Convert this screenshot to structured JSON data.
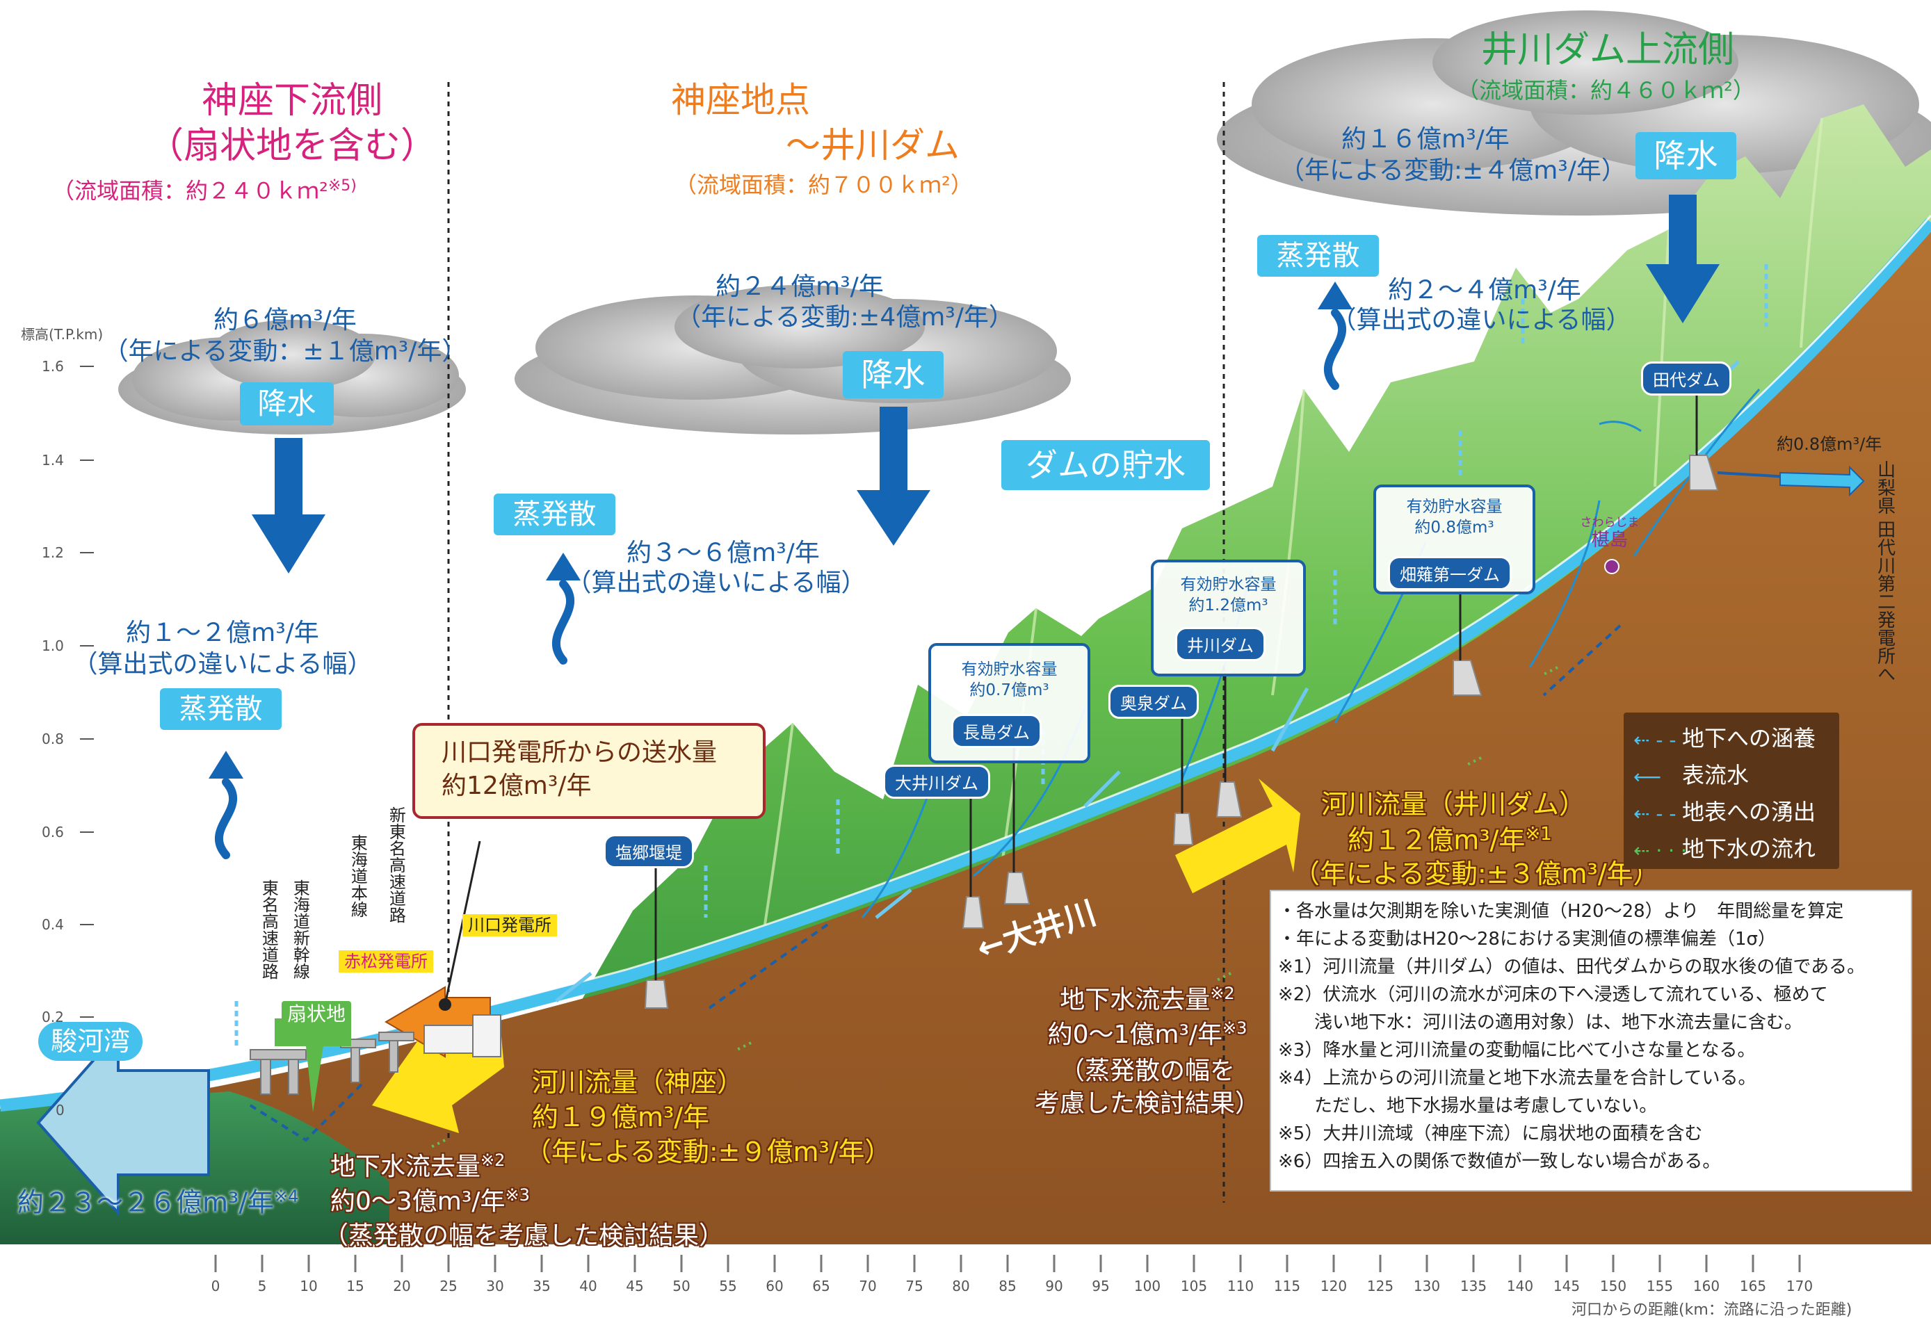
{
  "sections": {
    "downstream": {
      "title1": "神座下流側",
      "title2": "（扇状地を含む）",
      "area": "（流域面積：約２４０ｋｍ²",
      "area_note": "※5)"
    },
    "middle": {
      "title1": "神座地点",
      "title2": "～井川ダム",
      "area": "（流域面積：約７００ｋｍ²）"
    },
    "upstream": {
      "title1": "井川ダム上流側",
      "area": "（流域面積：約４６０ｋｍ²）"
    }
  },
  "precipitation": {
    "downstream": {
      "value": "約６億m³/年",
      "variation": "（年による変動：±１億m³/年）",
      "label": "降水"
    },
    "middle": {
      "value": "約２４億m³/年",
      "variation": "（年による変動:±4億m³/年）",
      "label": "降水"
    },
    "upstream": {
      "value": "約１６億m³/年",
      "variation": "（年による変動:±４億m³/年）",
      "label": "降水"
    }
  },
  "evaporation": {
    "downstream": {
      "value": "約１～２億m³/年",
      "note": "（算出式の違いによる幅）",
      "label": "蒸発散"
    },
    "middle": {
      "value": "約３～６億m³/年",
      "note": "（算出式の違いによる幅）",
      "label": "蒸発散"
    },
    "upstream": {
      "value": "約２～４億m³/年",
      "note": "（算出式の違いによる幅）",
      "label": "蒸発散"
    }
  },
  "dam_storage_label": "ダムの貯水",
  "dams": {
    "tashiro": "田代ダム",
    "hatanagi1": "畑薙第一ダム",
    "hatanagi1_cap1": "有効貯水容量",
    "hatanagi1_cap2": "約0.8億m³",
    "ikawa": "井川ダム",
    "ikawa_cap1": "有効貯水容量",
    "ikawa_cap2": "約1.2億m³",
    "okuizumi": "奥泉ダム",
    "nagashima": "長島ダム",
    "nagashima_cap1": "有効貯水容量",
    "nagashima_cap2": "約0.7億m³",
    "ooigawa": "大井川ダム",
    "shiogo": "塩郷堰堤"
  },
  "places": {
    "sawarajima_kana": "さわらじま",
    "sawarajima": "椹島",
    "tashiro_transfer": "約0.8億m³/年",
    "tashiro_power": "山梨県 田代川第二発電所へ",
    "river_name": "←大井川",
    "kawaguchi_power": "川口発電所",
    "akamatsu_power": "赤松発電所",
    "fan": "扇状地",
    "bay": "駿河湾",
    "road1": "新東名高速道路",
    "road2": "東海道本線",
    "road3": "東海道新幹線",
    "road4": "東名高速道路"
  },
  "kawaguchi_box": {
    "line1": "川口発電所からの送水量",
    "line2": "約12億m³/年"
  },
  "river_flow_ikawa": {
    "title": "河川流量（井川ダム）",
    "value": "約１２億m³/年",
    "note": "※1",
    "variation": "（年による変動:±３億m³/年）"
  },
  "river_flow_kamiza": {
    "title": "河川流量（神座）",
    "value": "約１９億m³/年",
    "variation": "（年による変動:±９億m³/年）"
  },
  "groundwater_middle": {
    "title": "地下水流去量",
    "note2": "※2",
    "value": "約0～1億m³/年",
    "note3": "※3",
    "detail1": "（蒸発散の幅を",
    "detail2": "考慮した検討結果）"
  },
  "groundwater_down": {
    "title": "地下水流去量",
    "note2": "※2",
    "value": "約0～3億m³/年",
    "note3": "※3",
    "detail": "（蒸発散の幅を考慮した検討結果）"
  },
  "outflow": {
    "value": "約２３～２６億m³/年",
    "note": "※4"
  },
  "legend": [
    {
      "icon": "dashed-arrow",
      "label": "地下への涵養"
    },
    {
      "icon": "arrow",
      "label": "表流水"
    },
    {
      "icon": "dashed-arrow",
      "label": "地表への湧出"
    },
    {
      "icon": "dotted-green-arrow",
      "label": "地下水の流れ"
    }
  ],
  "notes": [
    "・各水量は欠測期を除いた実測値（H20～28）より　年間総量を算定",
    "・年による変動はH20～28における実測値の標準偏差（1σ）",
    "※1）河川流量（井川ダム）の値は、田代ダムからの取水後の値である。",
    "※2）伏流水（河川の流水が河床の下へ浸透して流れている、極めて",
    "　　浅い地下水：河川法の適用対象）は、地下水流去量に含む。",
    "※3）降水量と河川流量の変動幅に比べて小さな量となる。",
    "※4）上流からの河川流量と地下水流去量を合計している。",
    "　　ただし、地下水揚水量は考慮していない。",
    "※5）大井川流域（神座下流）に扇状地の面積を含む",
    "※6）四捨五入の関係で数値が一致しない場合がある。"
  ],
  "axes": {
    "y_title": "標高(T.P.km)",
    "y_ticks": [
      "1.6",
      "1.4",
      "1.2",
      "1.0",
      "0.8",
      "0.6",
      "0.4",
      "0.2",
      "0"
    ],
    "x_ticks": [
      "0",
      "5",
      "10",
      "15",
      "20",
      "25",
      "30",
      "35",
      "40",
      "45",
      "50",
      "55",
      "60",
      "65",
      "70",
      "75",
      "80",
      "85",
      "90",
      "95",
      "100",
      "105",
      "110",
      "115",
      "120",
      "125",
      "130",
      "135",
      "140",
      "145",
      "150",
      "155",
      "160",
      "165",
      "170"
    ],
    "x_title": "河口からの距離(km：流路に沿った距離)"
  },
  "colors": {
    "soil": "#a9682f",
    "mountain": "#5cb94a",
    "river": "#45c1ee",
    "label_blue": "#1a5fa8",
    "accent_yellow": "#ffe21a"
  }
}
